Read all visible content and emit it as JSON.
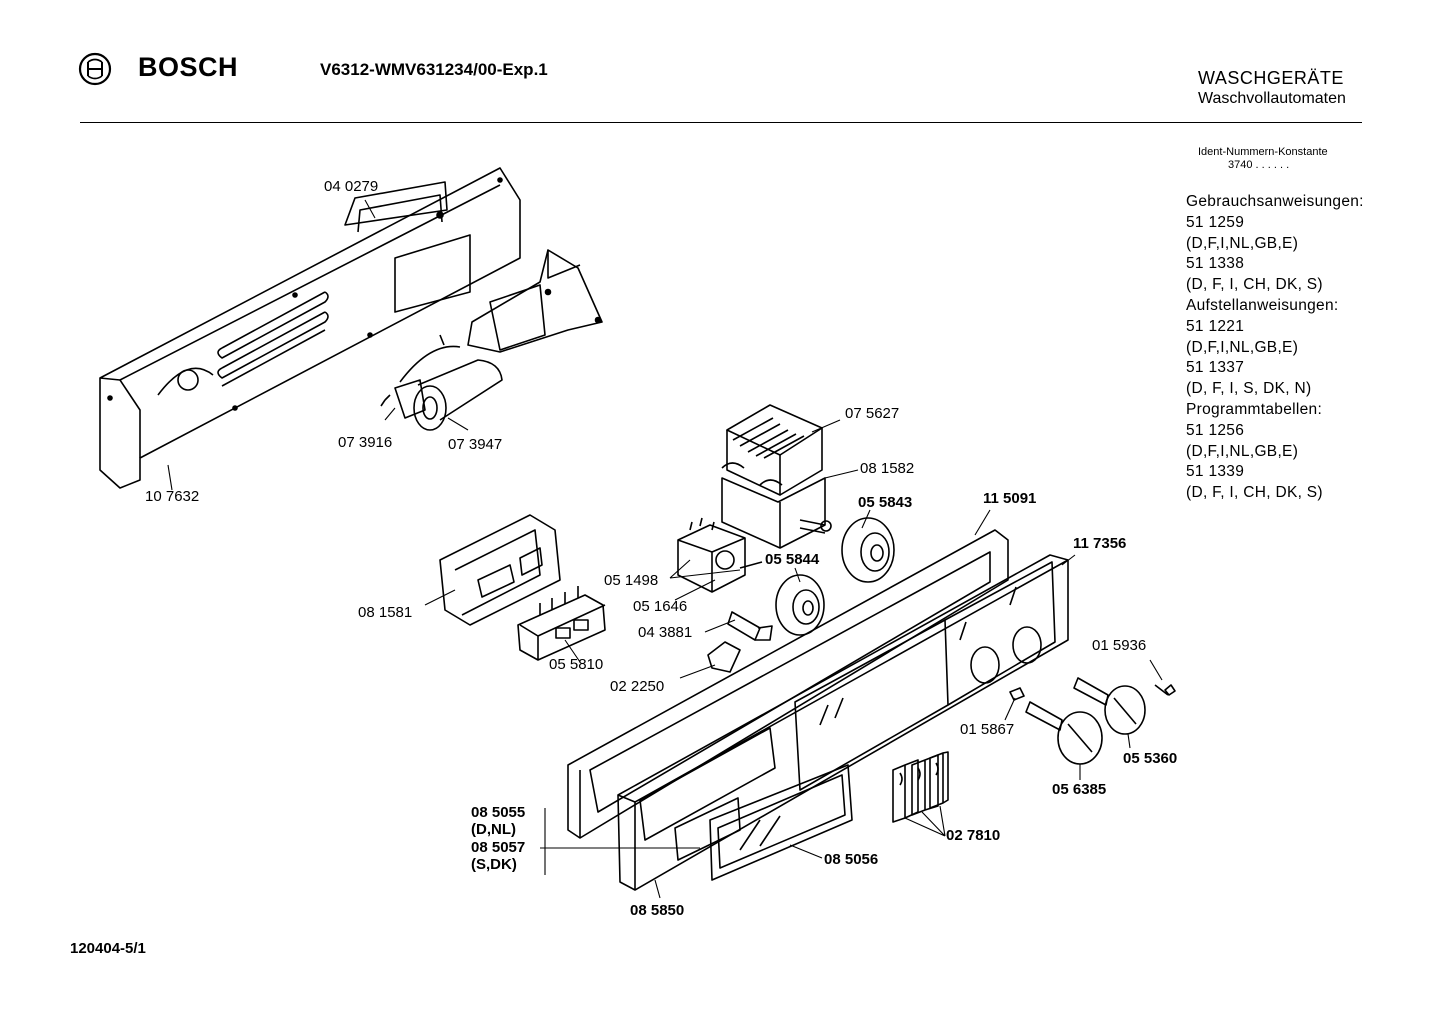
{
  "header": {
    "brand": "BOSCH",
    "model": "V6312-WMV631234/00-Exp.1",
    "category": "WASCHGERÄTE",
    "subcategory": "Waschvollautomaten",
    "ident_label": "Ident-Nummern-Konstante",
    "ident_value": "3740  . .   . . . ."
  },
  "documents": [
    "Gebrauchsanweisungen:",
    "51 1259",
    " (D,F,I,NL,GB,E)",
    "51 1338",
    "(D, F, I, CH, DK, S)",
    "Aufstellanweisungen:",
    "51 1221",
    " (D,F,I,NL,GB,E)",
    "51 1337",
    "(D, F, I, S, DK, N)",
    "Programmtabellen:",
    "51 1256",
    " (D,F,I,NL,GB,E)",
    "51 1339",
    "(D, F, I, CH, DK, S)"
  ],
  "parts": [
    "04 0279",
    "07 3916",
    "07 3947",
    "10 7632",
    "07 5627",
    "08 1582",
    "05 5843",
    "11 5091",
    "11 7356",
    "05 5844",
    "05 1498",
    "05 1646",
    "08 1581",
    "04 3881",
    "05 5810",
    "01 5936",
    "02 2250",
    "01 5867",
    "05 5360",
    "05 6385",
    "08 5055",
    "(D,NL)",
    "08 5057",
    "(S,DK)",
    "02 7810",
    "08 5056",
    "08 5850"
  ],
  "footer": {
    "code": "120404-5/1"
  },
  "icons": {
    "logo": "bosch-armature-icon"
  }
}
